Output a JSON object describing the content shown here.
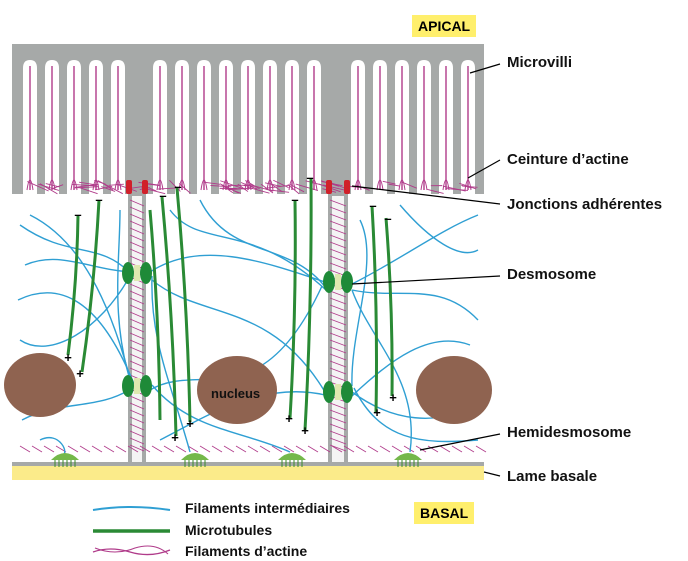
{
  "tags": {
    "apical": "APICAL",
    "basal": "BASAL"
  },
  "labels": {
    "microvilli": "Microvilli",
    "ceinture": "Ceinture d’actine",
    "jonctions": "Jonctions adhérentes",
    "desmosome": "Desmosome",
    "hemidesmosome": "Hemidesmosome",
    "lame": "Lame basale",
    "nucleus": "nucleus"
  },
  "legend": {
    "intermediate": "Filaments intermédiaires",
    "microtubules": "Microtubules",
    "actin": "Filaments d’actine"
  },
  "signs": {
    "minus": "–",
    "plus": "+"
  },
  "colors": {
    "membrane": "#a6a9a8",
    "intermediate_filament": "#2f9fd3",
    "microtubule": "#2a8a35",
    "actin": "#b03b8a",
    "adherens_junction": "#d0202a",
    "desmosome": "#1e8a38",
    "nucleus": "#8f6350",
    "basal_lamina": "#fbeb8a",
    "hemidesmosome": "#74b84a",
    "tag_bg": "#ffef6c"
  }
}
